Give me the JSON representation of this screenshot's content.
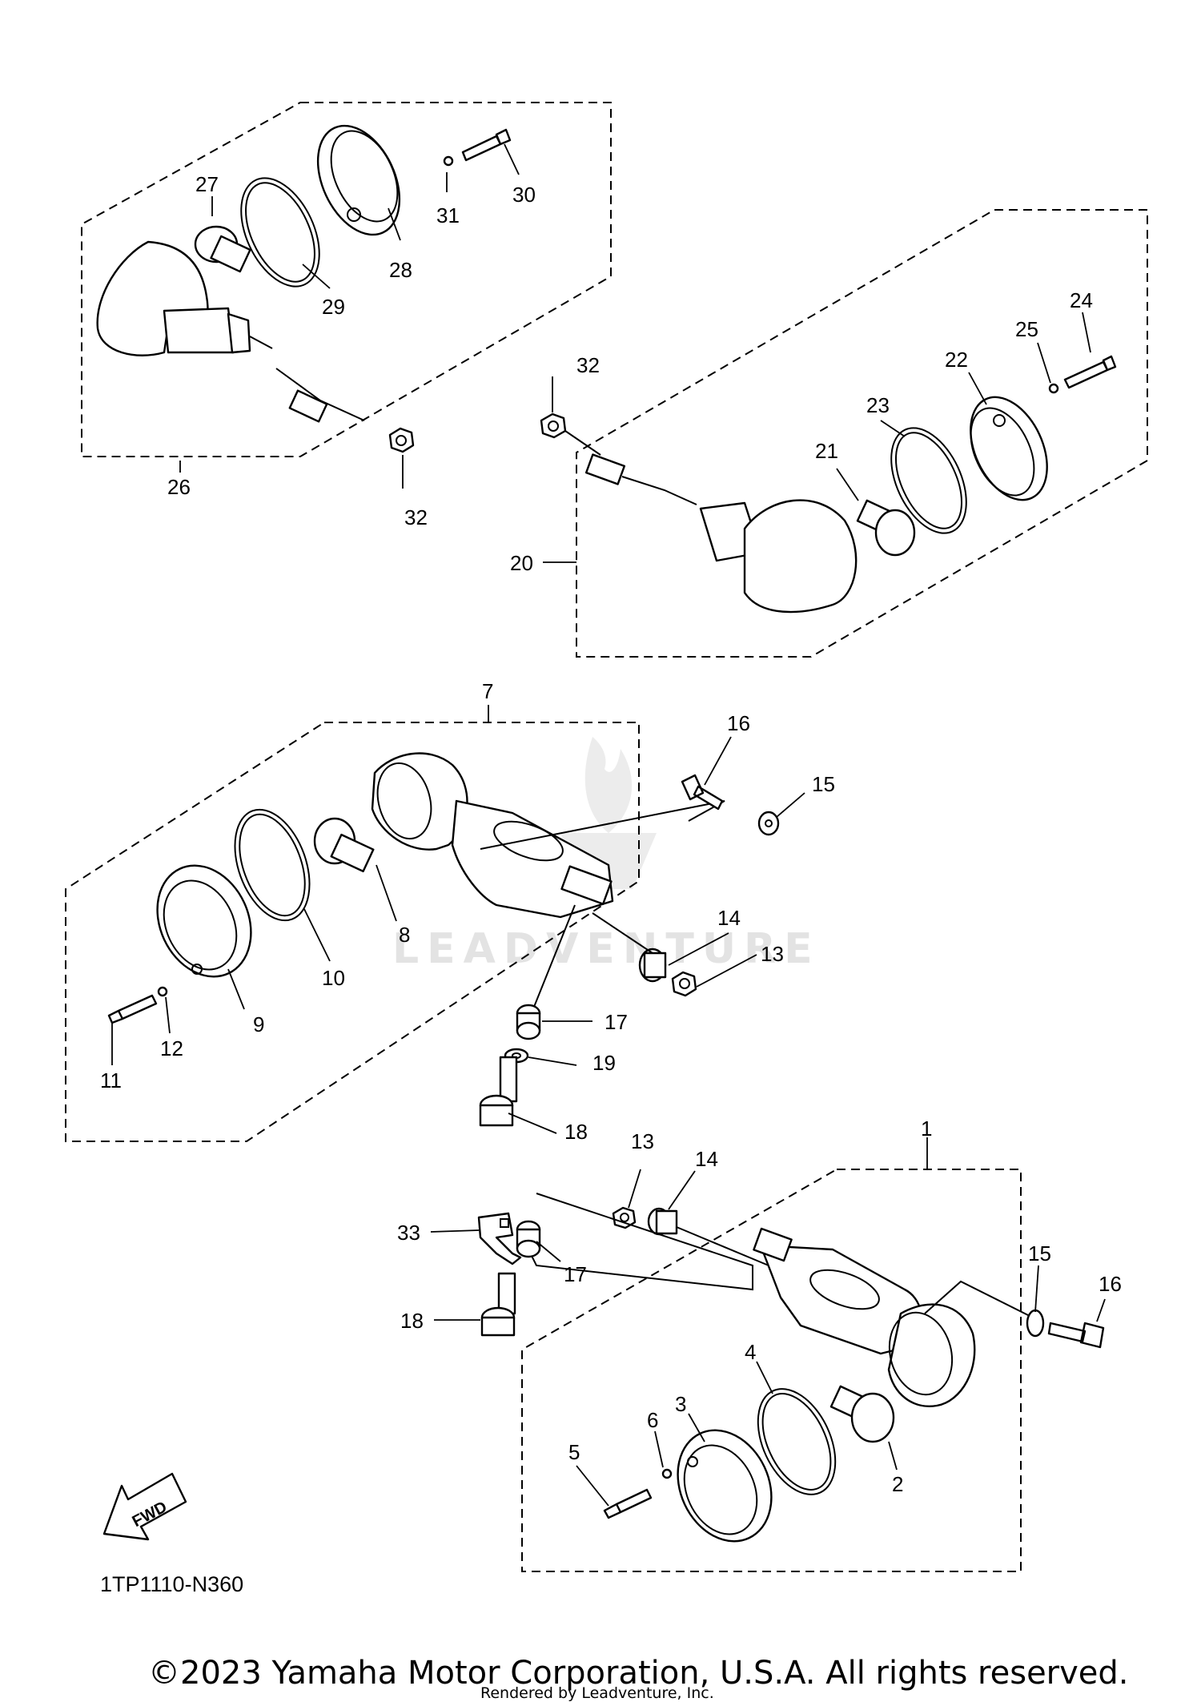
{
  "callouts": {
    "c1": "1",
    "c2": "2",
    "c3": "3",
    "c4": "4",
    "c5": "5",
    "c6": "6",
    "c7": "7",
    "c8": "8",
    "c9": "9",
    "c10": "10",
    "c11": "11",
    "c12": "12",
    "c13a": "13",
    "c13b": "13",
    "c14a": "14",
    "c14b": "14",
    "c15a": "15",
    "c15b": "15",
    "c16a": "16",
    "c16b": "16",
    "c17a": "17",
    "c17b": "17",
    "c18a": "18",
    "c18b": "18",
    "c19": "19",
    "c20": "20",
    "c21": "21",
    "c22": "22",
    "c23": "23",
    "c24": "24",
    "c25": "25",
    "c26": "26",
    "c27": "27",
    "c28": "28",
    "c29": "29",
    "c30": "30",
    "c31": "31",
    "c32a": "32",
    "c32b": "32",
    "c33": "33"
  },
  "fwd_label": "FWD",
  "diagram_code": "1TP1110-N360",
  "watermark": "LEADVENTURE",
  "copyright": "©2023 Yamaha Motor Corporation, U.S.A. All rights reserved.",
  "rendered_by": "Rendered by Leadventure, Inc."
}
